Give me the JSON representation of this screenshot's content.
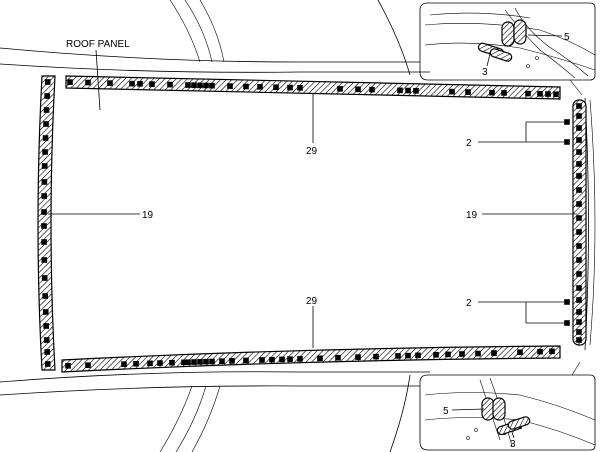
{
  "labels": {
    "roof_panel": "ROOF PANEL",
    "front_strip": "29",
    "rear_strip": "29",
    "left_strip": "19",
    "right_strip": "19",
    "right_marker_top": "2",
    "right_marker_bottom": "2",
    "top_inset_callout_a": "5",
    "top_inset_callout_b": "3",
    "bottom_inset_callout_a": "5",
    "bottom_inset_callout_b": "3"
  }
}
